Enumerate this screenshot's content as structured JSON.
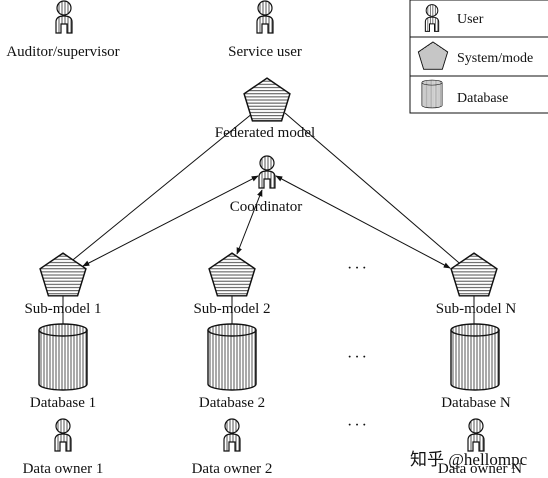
{
  "legend": {
    "items": [
      {
        "label": "User",
        "icon": "user-icon"
      },
      {
        "label": "System/mode",
        "icon": "pentagon-icon"
      },
      {
        "label": "Database",
        "icon": "cylinder-icon"
      }
    ]
  },
  "top": {
    "auditor_label": "Auditor/supervisor",
    "service_user_label": "Service user"
  },
  "federated_model_label": "Federated model",
  "coordinator_label": "Coordinator",
  "sub_models": [
    "Sub-model 1",
    "Sub-model 2",
    "Sub-model N"
  ],
  "databases": [
    "Database 1",
    "Database 2",
    "Database N"
  ],
  "data_owners": [
    "Data owner 1",
    "Data owner 2",
    "Data owner N"
  ],
  "ellipsis": "···",
  "watermark": "知乎 @hellompc",
  "colors": {
    "line": "#111111",
    "hatch": "#555555",
    "fill": "#ffffff"
  }
}
